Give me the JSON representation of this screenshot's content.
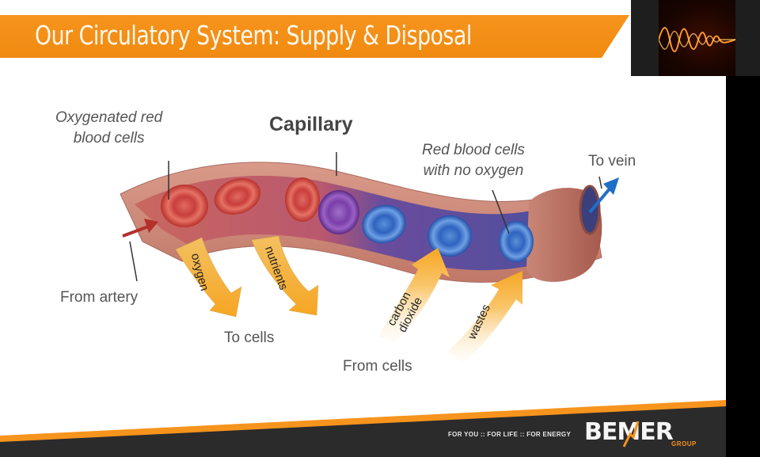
{
  "slide": {
    "title": "Our Circulatory System: Supply & Disposal",
    "accent_color": "#f7941d",
    "footer_color": "#2b2b2b"
  },
  "diagram": {
    "heading": "Capillary",
    "labels": {
      "oxygenated_line1": "Oxygenated red",
      "oxygenated_line2": "blood cells",
      "deoxygenated_line1": "Red blood cells",
      "deoxygenated_line2": "with no oxygen",
      "to_vein": "To vein",
      "from_artery": "From artery",
      "to_cells": "To cells",
      "from_cells": "From cells"
    },
    "arrows": {
      "oxygen": "oxygen",
      "nutrients": "nutrients",
      "carbon_dioxide_line1": "carbon",
      "carbon_dioxide_line2": "dioxide",
      "wastes": "wastes"
    }
  },
  "footer": {
    "tagline": "FOR YOU :: FOR LIFE :: FOR ENERGY",
    "brand": "BEMER",
    "brand_sub": "GROUP"
  },
  "thumbnail": {
    "icon": "waveform-icon"
  }
}
